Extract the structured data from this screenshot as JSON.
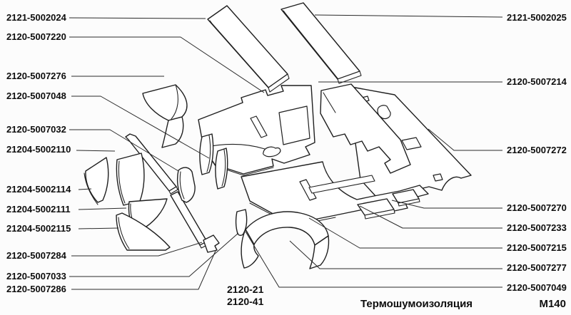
{
  "figure": {
    "background": "#fcfcfc",
    "line_color": "#1f1f1f",
    "text_color": "#0e0e0e"
  },
  "labels": {
    "left": [
      "2121-5002024",
      "2120-5007220",
      "2120-5007276",
      "2120-5007048",
      "2120-5007032",
      "21204-5002110",
      "21204-5002114",
      "21204-5002111",
      "21204-5002115",
      "2120-5007284",
      "2120-5007033",
      "2120-5007286"
    ],
    "right": [
      "2121-5002025",
      "2120-5007214",
      "2120-5007272",
      "2120-5007270",
      "2120-5007233",
      "2120-5007215",
      "2120-5007277",
      "2120-5007049"
    ]
  },
  "footer": {
    "models": [
      "2120-21",
      "2120-41"
    ],
    "caption": "Термошумоизоляция",
    "sheet_code": "М140"
  }
}
